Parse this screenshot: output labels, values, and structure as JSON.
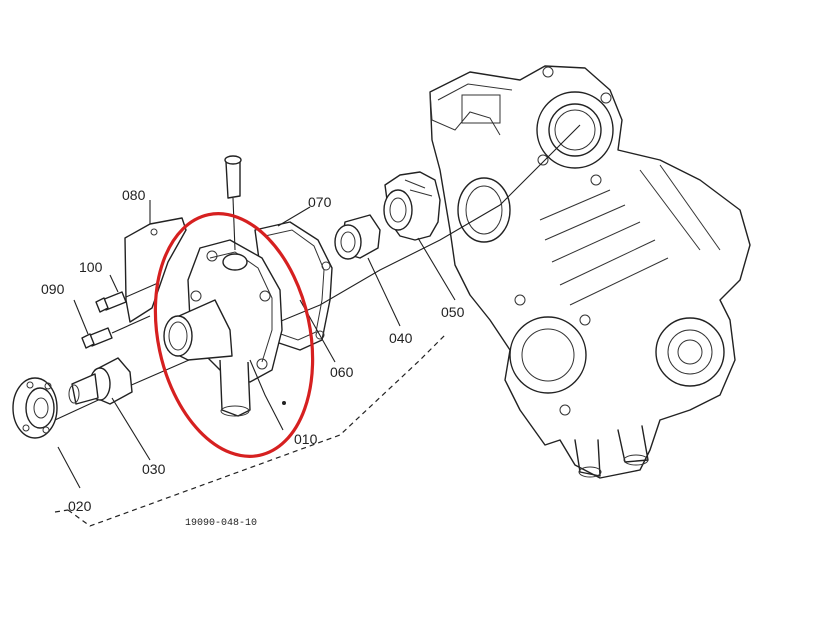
{
  "drawing_number": "19090-048-10",
  "highlight_color": "#d62020",
  "parts": [
    {
      "label": "010"
    },
    {
      "label": "020"
    },
    {
      "label": "030"
    },
    {
      "label": "040"
    },
    {
      "label": "050"
    },
    {
      "label": "060"
    },
    {
      "label": "070"
    },
    {
      "label": "080"
    },
    {
      "label": "090"
    },
    {
      "label": "100"
    }
  ]
}
